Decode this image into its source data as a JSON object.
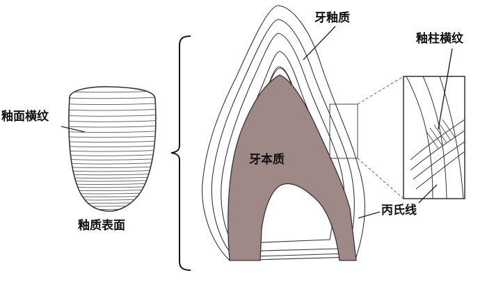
{
  "labels": {
    "enamel": "牙釉质",
    "enamel_rod_striations": "釉柱横纹",
    "enamel_surface_lines": "釉面横纹",
    "enamel_surface": "釉质表面",
    "dentin": "牙本质",
    "dentinoenamel_junction": "丙氏线"
  },
  "colors": {
    "dentin_fill": "#9e8986",
    "line": "#3a3a3a"
  }
}
